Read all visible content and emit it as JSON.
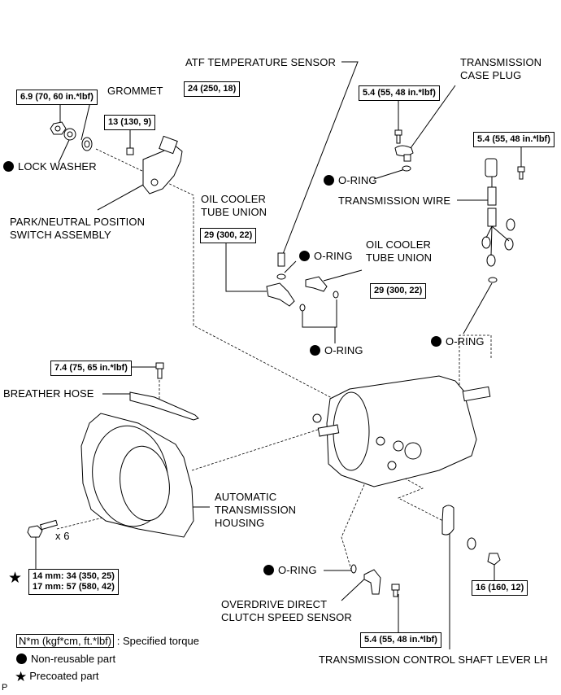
{
  "labels": {
    "atf_temp_sensor": "ATF TEMPERATURE SENSOR",
    "transmission_case_plug_1": "TRANSMISSION",
    "transmission_case_plug_2": "CASE PLUG",
    "grommet": "GROMMET",
    "lock_washer": "LOCK WASHER",
    "park_neutral_1": "PARK/NEUTRAL POSITION",
    "park_neutral_2": "SWITCH ASSEMBLY",
    "oil_cooler_tube_union_left_1": "OIL COOLER",
    "oil_cooler_tube_union_left_2": "TUBE UNION",
    "oil_cooler_tube_union_right_1": "OIL COOLER",
    "oil_cooler_tube_union_right_2": "TUBE UNION",
    "o_ring_case_plug": "O-RING",
    "transmission_wire": "TRANSMISSION WIRE",
    "o_ring_sensor": "O-RING",
    "o_ring_unions": "O-RING",
    "o_ring_right": "O-RING",
    "breather_hose": "BREATHER HOSE",
    "auto_trans_housing_1": "AUTOMATIC",
    "auto_trans_housing_2": "TRANSMISSION",
    "auto_trans_housing_3": "HOUSING",
    "bolt_count": "x 6",
    "o_ring_od": "O-RING",
    "od_sensor_1": "OVERDRIVE DIRECT",
    "od_sensor_2": "CLUTCH SPEED SENSOR",
    "control_shaft_lever": "TRANSMISSION CONTROL SHAFT LEVER LH",
    "page_marker": "P"
  },
  "torques": {
    "nut_lock_washer": "6.9 (70, 60 in.*lbf)",
    "switch_bolt": "13 (130, 9)",
    "atf_sensor": "24 (250, 18)",
    "case_plug_bolt": "5.4 (55, 48 in.*lbf)",
    "wire_bolt": "5.4 (55, 48 in.*lbf)",
    "union_left": "29 (300, 22)",
    "union_right": "29 (300, 22)",
    "breather_bolt": "7.4 (75, 65 in.*lbf)",
    "housing_bolt_14": "14 mm: 34 (350, 25)",
    "housing_bolt_17": "17 mm: 57 (580, 42)",
    "od_sensor_bolt": "5.4 (55, 48 in.*lbf)",
    "lever_nut": "16 (160, 12)"
  },
  "legend": {
    "torque_unit": "N*m (kgf*cm, ft.*lbf)",
    "torque_desc": ": Specified torque",
    "non_reusable": "Non-reusable part",
    "precoated": "Precoated part"
  }
}
